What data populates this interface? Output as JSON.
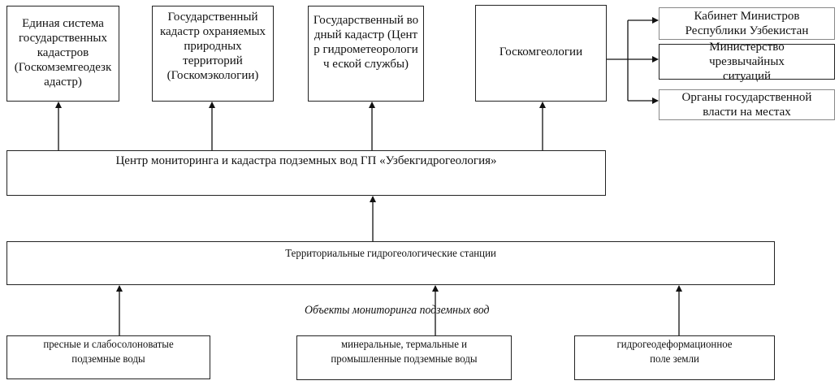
{
  "top_boxes": [
    {
      "text": "Единая система государственных кадастров (Госкомземгеодезк адастр)"
    },
    {
      "text": "Государственный кадастр охраняемых природных территорий (Госкомэкологии)"
    },
    {
      "text": "Государственный водный кадастр (Центр гидрометеорологич еской службы)"
    },
    {
      "text": "Госкомгеологии"
    }
  ],
  "right_boxes": [
    {
      "text": "Кабинет Министров Республики Узбекистан"
    },
    {
      "text": "Министерство чрезвычайных ситуаций"
    },
    {
      "text": "Органы государственной власти на местах"
    }
  ],
  "center_box": {
    "text": "Центр мониторинга и кадастра подземных вод ГП «Узбекгидрогеология»"
  },
  "stations_box": {
    "text": "Территориальные гидрогеологические станции"
  },
  "objects_label": "Объекты мониторинга подземных вод",
  "bottom_boxes": [
    {
      "text": "пресные и слабосолоноватые подземные воды"
    },
    {
      "text": "минеральные, термальные и промышленные подземные воды"
    },
    {
      "text": "гидрогеодеформационное поле земли"
    }
  ]
}
